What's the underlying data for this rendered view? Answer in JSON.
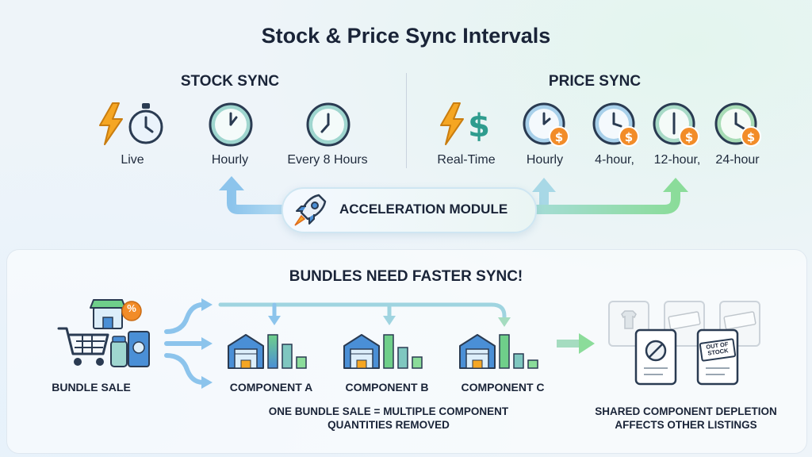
{
  "title": "Stock & Price Sync Intervals",
  "stock_sync": {
    "heading": "STOCK SYNC",
    "items": [
      {
        "label": "Live",
        "icon": "lightning-stopwatch-icon"
      },
      {
        "label": "Hourly",
        "icon": "clock-icon"
      },
      {
        "label": "Every 8 Hours",
        "icon": "clock-icon"
      }
    ]
  },
  "price_sync": {
    "heading": "PRICE SYNC",
    "items": [
      {
        "label": "Real-Time",
        "icon": "lightning-dollar-icon"
      },
      {
        "label": "Hourly",
        "icon": "clock-dollar-icon"
      },
      {
        "label": "4-hour,",
        "icon": "clock-dollar-icon"
      },
      {
        "label": "12-hour,",
        "icon": "clock-dollar-icon"
      },
      {
        "label": "24-hour",
        "icon": "clock-dollar-icon"
      }
    ]
  },
  "module": {
    "label": "ACCELERATION MODULE",
    "icon": "rocket-icon"
  },
  "bundles": {
    "heading": "BUNDLES NEED FASTER SYNC!",
    "bundle_sale": "BUNDLE SALE",
    "components": [
      "COMPONENT A",
      "COMPONENT B",
      "COMPONENT C"
    ],
    "note_line1": "ONE BUNDLE SALE = MULTIPLE COMPONENT",
    "note_line2": "QUANTITIES REMOVED",
    "out_of_stock": "OUT OF STOCK",
    "effect_line1": "SHARED COMPONENT DEPLETION",
    "effect_line2": "AFFECTS OTHER LISTINGS",
    "discount_badge": "%"
  },
  "colors": {
    "accent_blue": "#4a8fd6",
    "accent_green": "#6fcf8a",
    "clock_teal": "#5fb8b0",
    "coin_orange": "#f28c28",
    "lightning_orange": "#f5a623",
    "dollar_teal": "#2e9c8e"
  }
}
